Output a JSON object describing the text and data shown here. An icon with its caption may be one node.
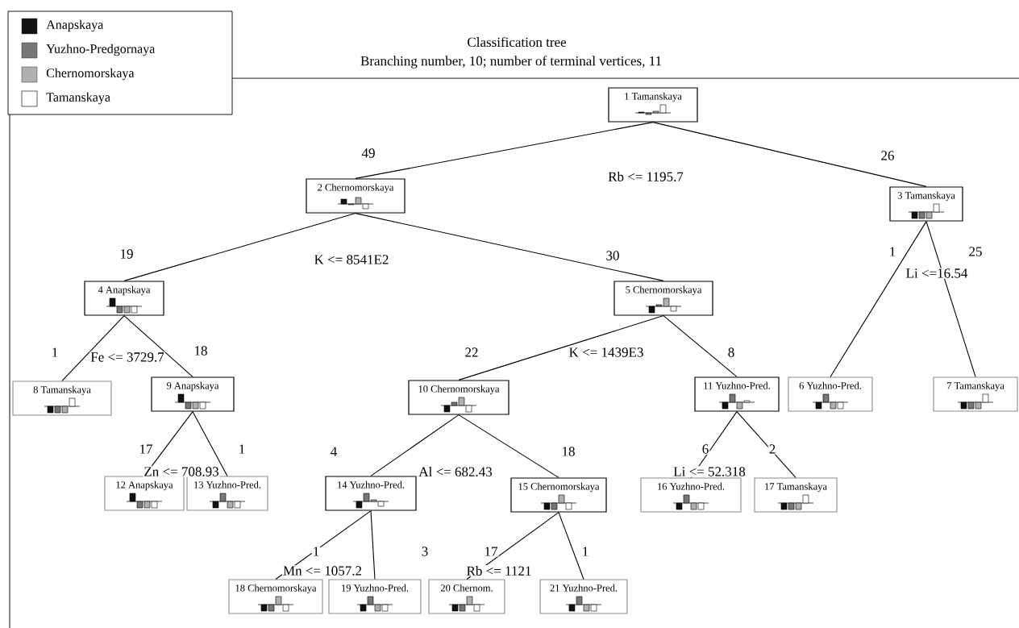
{
  "diagram": {
    "title": "Classification tree",
    "nodes": [
      {
        "text": [
          "1 Tamanskaya"
        ]
      },
      {
        "text": [
          "2 Chernomorskaya"
        ]
      },
      {
        "text": [
          "3 Tamanskaya"
        ]
      },
      {
        "text": [
          "4 Anapskaya"
        ]
      },
      {
        "text": [
          "5 Chernomorskaya"
        ]
      },
      {
        "text": [
          "6 Yuzhno-Pred."
        ]
      },
      {
        "text": [
          "7 Tamanskaya"
        ]
      },
      {
        "text": [
          "8 Tamanskaya"
        ]
      },
      {
        "text": [
          "9 Anapskaya"
        ]
      },
      {
        "text": [
          "10 Chernomorskaya"
        ]
      },
      {
        "text": [
          "11 Yuzhno-Pred."
        ]
      },
      {
        "text": [
          "12 Anapskaya"
        ]
      },
      {
        "text": [
          "13 Yuzhno-Pred."
        ]
      },
      {
        "text": [
          "14 Yuzhno-Pred."
        ]
      },
      {
        "text": [
          "15 Chernomorskaya"
        ]
      },
      {
        "text": [
          "16 Yuzhno-Pred."
        ]
      },
      {
        "text": [
          "17 Tamanskaya"
        ]
      },
      {
        "text": [
          "18 Chernomorskaya"
        ]
      },
      {
        "text": [
          "19 Yuzhno-Pred."
        ]
      },
      {
        "text": [
          "20 Chernom."
        ]
      },
      {
        "text": [
          "21 Yuzhno-Pred."
        ]
      }
    ],
    "edges": [
      {
        "from": 0,
        "to": 1,
        "arrow": "none",
        "label": "49"
      },
      {
        "from": 0,
        "to": 2,
        "arrow": "none",
        "label": "26"
      },
      {
        "from": 1,
        "to": 3,
        "arrow": "none",
        "label": "19"
      },
      {
        "from": 1,
        "to": 4,
        "arrow": "none",
        "label": "30"
      },
      {
        "from": 2,
        "to": 5,
        "arrow": "none",
        "label": "1"
      },
      {
        "from": 2,
        "to": 6,
        "arrow": "none",
        "label": "25"
      },
      {
        "from": 3,
        "to": 7,
        "arrow": "none",
        "label": "1"
      },
      {
        "from": 3,
        "to": 8,
        "arrow": "none",
        "label": "18"
      },
      {
        "from": 4,
        "to": 9,
        "arrow": "none",
        "label": "22"
      },
      {
        "from": 4,
        "to": 10,
        "arrow": "none",
        "label": "8"
      },
      {
        "from": 8,
        "to": 11,
        "arrow": "none",
        "label": "17"
      },
      {
        "from": 8,
        "to": 12,
        "arrow": "none",
        "label": "1"
      },
      {
        "from": 9,
        "to": 13,
        "arrow": "none",
        "label": "4"
      },
      {
        "from": 9,
        "to": 14,
        "arrow": "none",
        "label": "18"
      },
      {
        "from": 10,
        "to": 15,
        "arrow": "none",
        "label": "6"
      },
      {
        "from": 10,
        "to": 16,
        "arrow": "none",
        "label": "2"
      },
      {
        "from": 13,
        "to": 17,
        "arrow": "none",
        "label": "1"
      },
      {
        "from": 13,
        "to": 18,
        "arrow": "none",
        "label": "3"
      },
      {
        "from": 14,
        "to": 19,
        "arrow": "none",
        "label": "17"
      },
      {
        "from": 14,
        "to": 20,
        "arrow": "none",
        "label": "1"
      }
    ],
    "labels": [
      "Branching number, 10; number of terminal vertices, 11",
      "Rb <= 1195.7",
      "K <= 8541E2",
      "Li <=16.54",
      "Fe <= 3729.7",
      "K <= 1439E3",
      "Zn <= 708.93",
      "Al <= 682.43",
      "Li <= 52.318",
      "Mn <= 1057.2",
      "Rb <= 1121"
    ],
    "legend": [
      {
        "text": "Anapskaya",
        "color": "#111111"
      },
      {
        "text": "Yuzhno-Predgornaya",
        "color": "#777777"
      },
      {
        "text": "Chernomorskaya",
        "color": "#b0b0b0"
      },
      {
        "text": "Tamanskaya"
      }
    ]
  }
}
